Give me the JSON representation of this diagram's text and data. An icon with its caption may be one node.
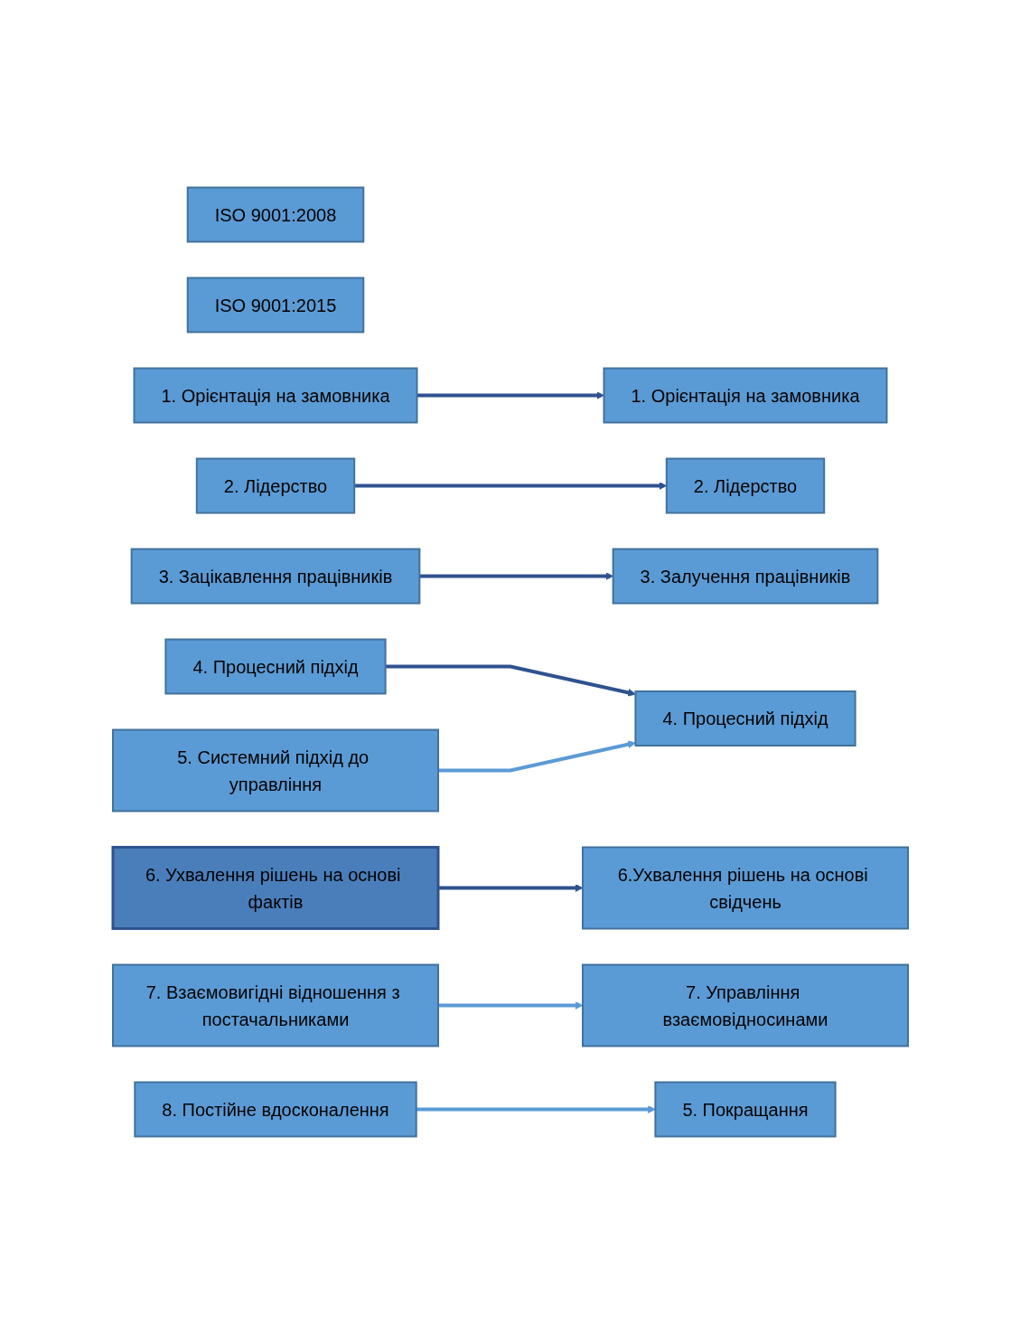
{
  "diagram": {
    "nodes": [
      {
        "text": [
          "ISO 9001:2008"
        ]
      },
      {
        "text": [
          "ISO 9001:2015"
        ]
      },
      {
        "text": [
          "1. Орієнтація на замовника"
        ]
      },
      {
        "text": [
          "1. Орієнтація на замовника"
        ]
      },
      {
        "text": [
          "2. Лідерство"
        ]
      },
      {
        "text": [
          "2. Лідерство"
        ]
      },
      {
        "text": [
          "3. Зацікавлення працівників"
        ]
      },
      {
        "text": [
          "3. Залучення працівників"
        ]
      },
      {
        "text": [
          "4. Процесний підхід"
        ]
      },
      {
        "text": [
          "4. Процесний підхід"
        ]
      },
      {
        "text": [
          "5. Системний підхід до управління"
        ]
      },
      {
        "text": [
          "5. Покращання"
        ]
      },
      {
        "text": [
          "6. Ухвалення рішень на основі фактів"
        ]
      },
      {
        "text": [
          "6.Ухвалення рішень на основі свідчень"
        ]
      },
      {
        "text": [
          "7. Взаємовигідні відношення з постачальниками"
        ]
      },
      {
        "text": [
          "7. Управління взаємовідносинами"
        ]
      },
      {
        "text": [
          "8. Постійне вдосконалення"
        ]
      }
    ],
    "edges": [
      {
        "from": 2,
        "to": 3,
        "arrow": "to"
      },
      {
        "from": 4,
        "to": 5,
        "arrow": "to"
      },
      {
        "from": 6,
        "to": 7,
        "arrow": "to"
      },
      {
        "from": 8,
        "to": 9,
        "arrow": "to"
      },
      {
        "from": 10,
        "to": 9,
        "arrow": "to",
        "color": "#5b9bd5"
      },
      {
        "from": 12,
        "to": 13,
        "arrow": "to"
      },
      {
        "from": 14,
        "to": 15,
        "arrow": "to",
        "color": "#5b9bd5"
      },
      {
        "from": 16,
        "to": 11,
        "arrow": "to",
        "color": "#5b9bd5"
      }
    ]
  }
}
